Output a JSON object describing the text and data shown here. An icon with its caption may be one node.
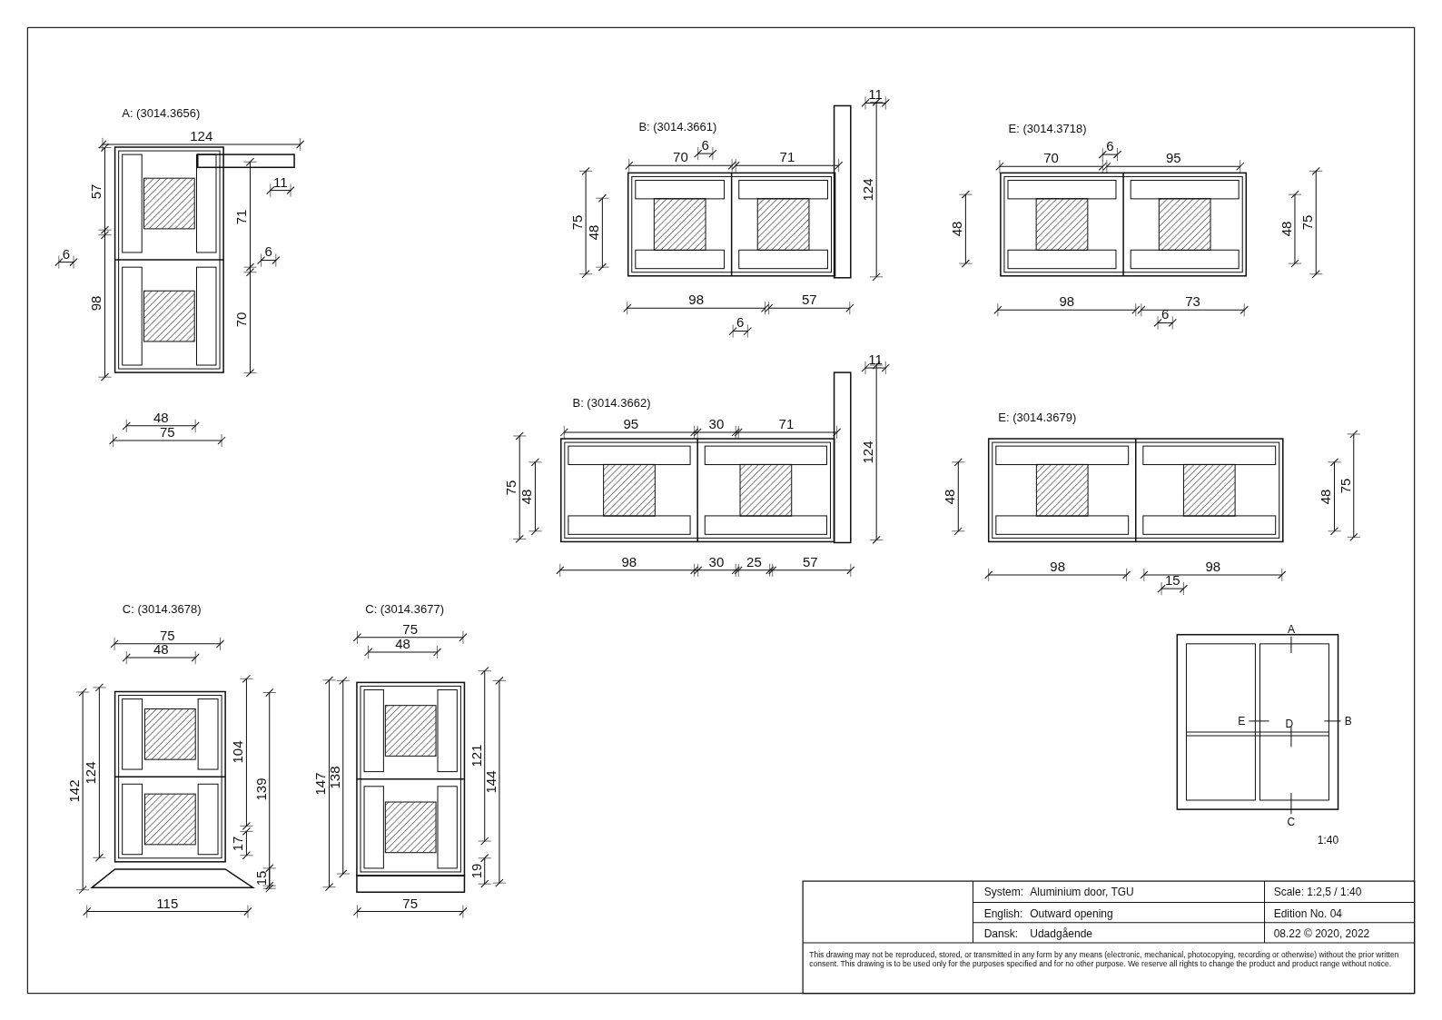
{
  "diagram": {
    "labels": [
      "A: (3014.3656)",
      "124",
      "11",
      "57",
      "71",
      "6",
      "6",
      "98",
      "70",
      "48",
      "75",
      "B: (3014.3661)",
      "11",
      "6",
      "70",
      "71",
      "124",
      "75",
      "48",
      "98",
      "57",
      "6",
      "E: (3014.3718)",
      "6",
      "70",
      "95",
      "48",
      "48",
      "75",
      "98",
      "73",
      "6",
      "B: (3014.3662)",
      "11",
      "95",
      "30",
      "71",
      "124",
      "75",
      "48",
      "98",
      "30",
      "25",
      "57",
      "E: (3014.3679)",
      "48",
      "48",
      "75",
      "98",
      "98",
      "15",
      "C: (3014.3678)",
      "75",
      "48",
      "142",
      "124",
      "104",
      "139",
      "17",
      "15",
      "115",
      "C: (3014.3677)",
      "75",
      "48",
      "147",
      "138",
      "121",
      "144",
      "19",
      "75",
      "A",
      "E",
      "D",
      "B",
      "C",
      "1:40",
      "System:",
      "Aluminium door, TGU",
      "Scale: 1:2,5 / 1:40",
      "English:",
      "Outward opening",
      "Edition No. 04",
      "Dansk:",
      "Udadgående",
      "08.22 © 2020, 2022",
      "This drawing may not be reproduced, stored, or transmitted in any form by any means (electronic, mechanical, photocopying, recording or otherwise) without the prior written consent. This drawing is to be used only for the purposes specified and for no other purpose. We reserve all rights to change the product and product range without notice."
    ]
  }
}
